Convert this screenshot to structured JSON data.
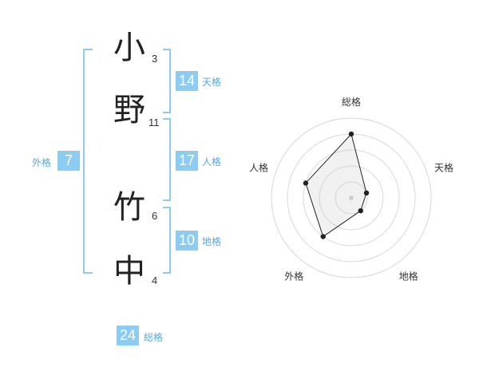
{
  "name": {
    "chars": [
      {
        "char": "小",
        "strokes": "3"
      },
      {
        "char": "野",
        "strokes": "11"
      },
      {
        "char": "竹",
        "strokes": "6"
      },
      {
        "char": "中",
        "strokes": "4"
      }
    ]
  },
  "fortunes": {
    "tenkaku": {
      "value": "14",
      "label": "天格"
    },
    "jinkaku": {
      "value": "17",
      "label": "人格"
    },
    "chikaku": {
      "value": "10",
      "label": "地格"
    },
    "gaikaku": {
      "value": "7",
      "label": "外格"
    },
    "soukaku": {
      "value": "24",
      "label": "総格"
    }
  },
  "colors": {
    "accent": "#8ccbf2",
    "label": "#56a9dc"
  },
  "chart_data": {
    "type": "radar",
    "categories": [
      "総格",
      "天格",
      "地格",
      "外格",
      "人格"
    ],
    "values": [
      4,
      1,
      1,
      3,
      3
    ],
    "range": [
      0,
      5
    ],
    "grid": true
  }
}
